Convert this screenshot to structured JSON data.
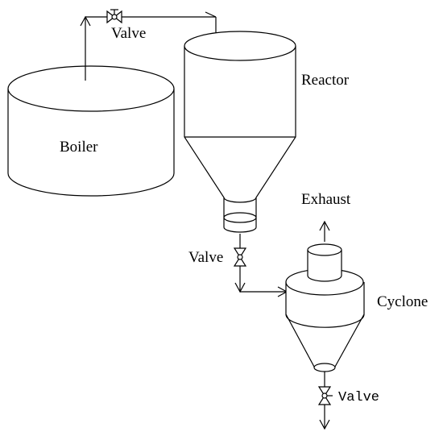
{
  "labels": {
    "boiler": "Boiler",
    "reactor": "Reactor",
    "valve_top": "Valve",
    "valve_mid": "Valve",
    "valve_bottom": "Valve",
    "exhaust": "Exhaust",
    "cyclone": "Cyclone"
  }
}
